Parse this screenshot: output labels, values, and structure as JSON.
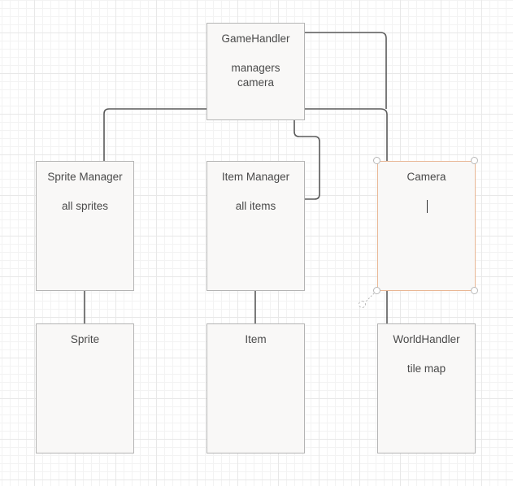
{
  "diagram": {
    "nodes": {
      "game_handler": {
        "title": "GameHandler",
        "body": "managers\ncamera"
      },
      "sprite_manager": {
        "title": "Sprite Manager",
        "body": "all sprites"
      },
      "item_manager": {
        "title": "Item Manager",
        "body": "all items"
      },
      "camera": {
        "title": "Camera",
        "body": ""
      },
      "sprite": {
        "title": "Sprite",
        "body": ""
      },
      "item": {
        "title": "Item",
        "body": ""
      },
      "world_handler": {
        "title": "WorldHandler",
        "body": "tile map"
      }
    },
    "colors": {
      "connector": "#5a5a5a",
      "node_fill": "#f9f8f7",
      "node_border": "#b4b4b4",
      "selection": "#e9b795",
      "text": "#4a4a4a"
    }
  }
}
